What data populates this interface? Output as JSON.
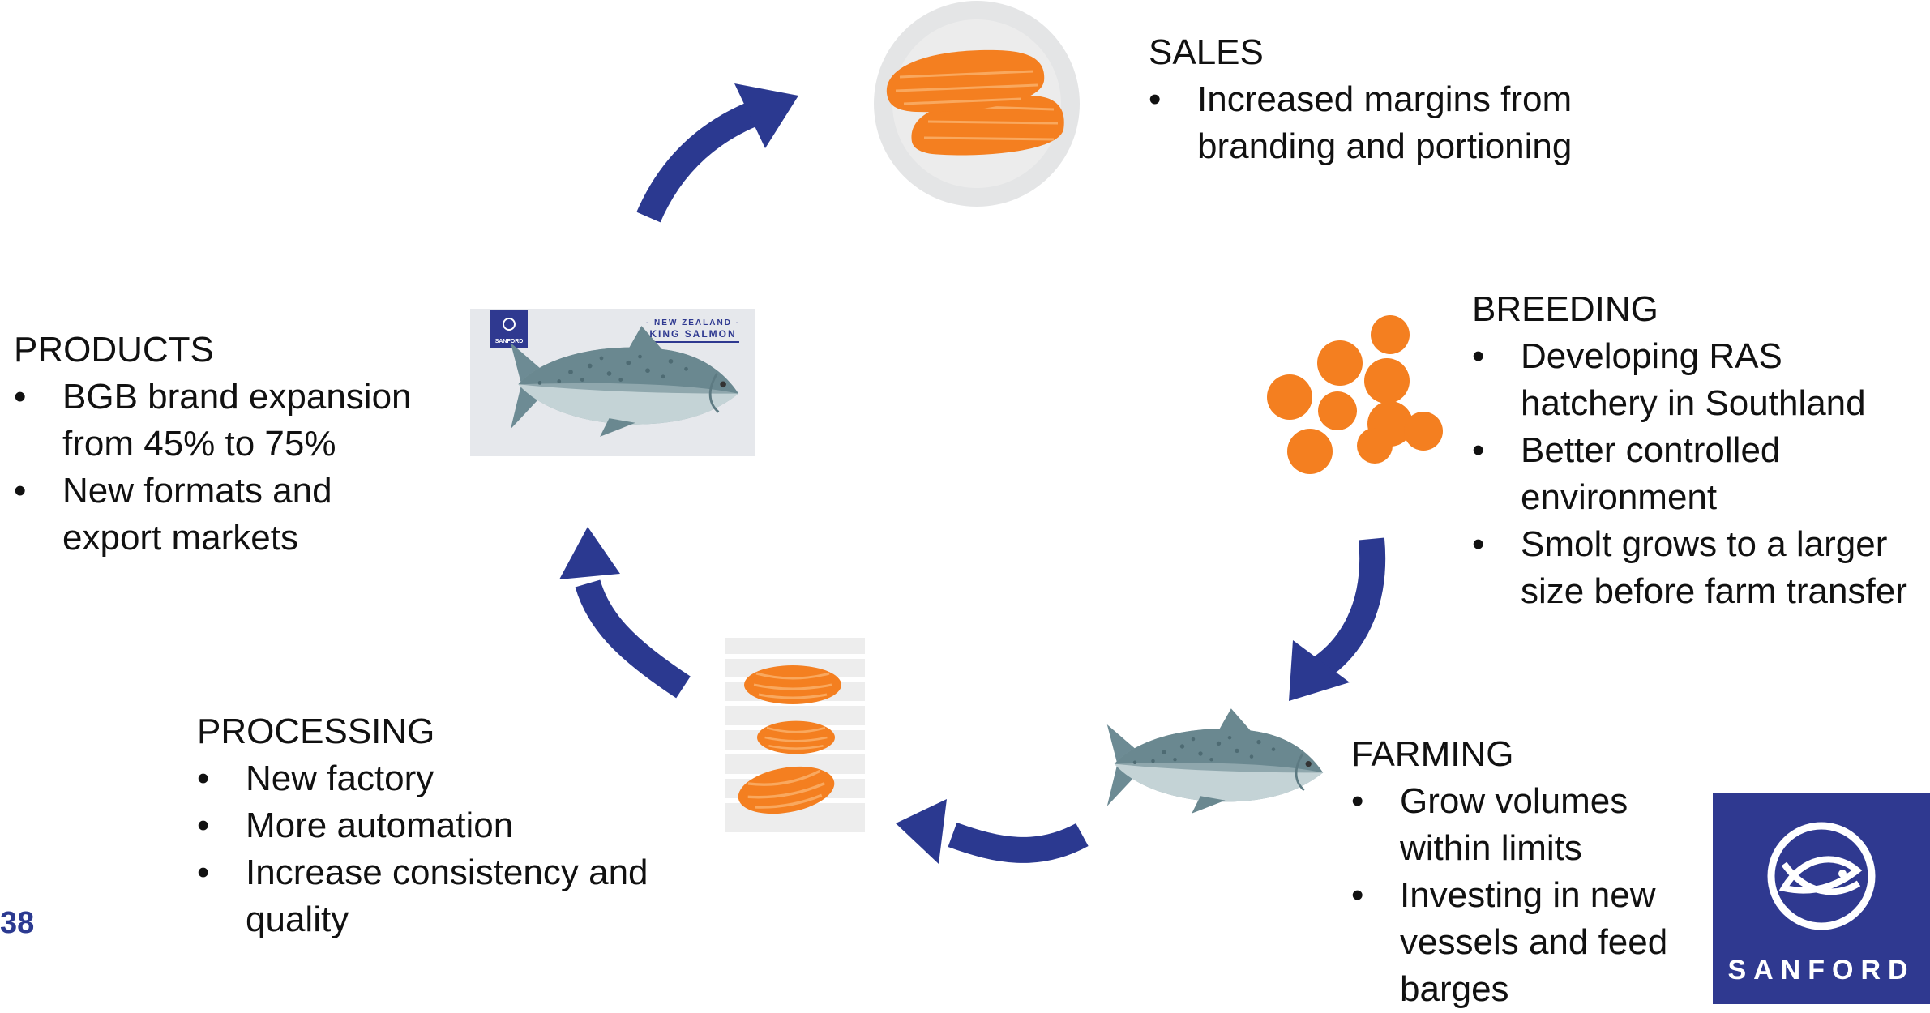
{
  "sales": {
    "heading": "SALES",
    "bullets": [
      "Increased margins from",
      "branding and portioning"
    ]
  },
  "breeding": {
    "heading": "BREEDING",
    "bullets": [
      "Developing RAS hatchery in  Southland",
      "Better controlled environment",
      "Smolt grows to a larger size before farm transfer"
    ]
  },
  "farming": {
    "heading": "FARMING",
    "bullets": [
      "Grow volumes within limits",
      "Investing in new vessels and feed barges"
    ]
  },
  "processing": {
    "heading": "PROCESSING",
    "bullets": [
      "New factory",
      "More automation",
      "Increase consistency and quality"
    ]
  },
  "products": {
    "heading": "PRODUCTS",
    "bullets": [
      "BGB brand expansion from 45% to 75%",
      "New formats and export markets"
    ]
  },
  "package": {
    "line1": "- NEW ZEALAND -",
    "line2": "KING SALMON",
    "mini_brand": "SANFORD"
  },
  "page_number": "38",
  "logo": {
    "brand": "SANFORD"
  },
  "colors": {
    "arrow": "#2b3990",
    "orange": "#f47f20",
    "navy": "#2f3990"
  },
  "icons": [
    "salmon-portions-plate-icon",
    "salmon-eggs-icon",
    "salmon-fish-icon",
    "salmon-fillet-tray-icon",
    "king-salmon-package-icon",
    "sanford-fish-logo-icon",
    "cycle-arrow-icon"
  ]
}
